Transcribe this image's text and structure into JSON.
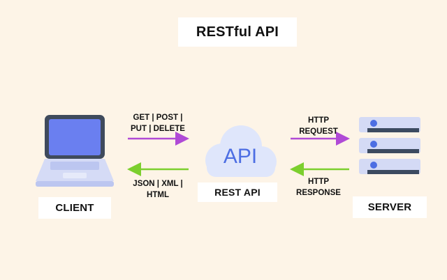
{
  "title": "RESTful API",
  "nodes": {
    "client": "CLIENT",
    "rest_api": "REST API",
    "server": "SERVER",
    "api_cloud_text": "API"
  },
  "edges": {
    "client_to_api": [
      "GET | POST |",
      "PUT | DELETE"
    ],
    "api_to_client": [
      "JSON | XML |",
      "HTML"
    ],
    "api_to_server": [
      "HTTP",
      "REQUEST"
    ],
    "server_to_api": [
      "HTTP",
      "RESPONSE"
    ]
  },
  "colors": {
    "background": "#fdf4e7",
    "request_arrow": "#b04ad6",
    "response_arrow": "#7ccf2e"
  },
  "icons": [
    "laptop-icon",
    "api-cloud-icon",
    "server-rack-icon"
  ]
}
